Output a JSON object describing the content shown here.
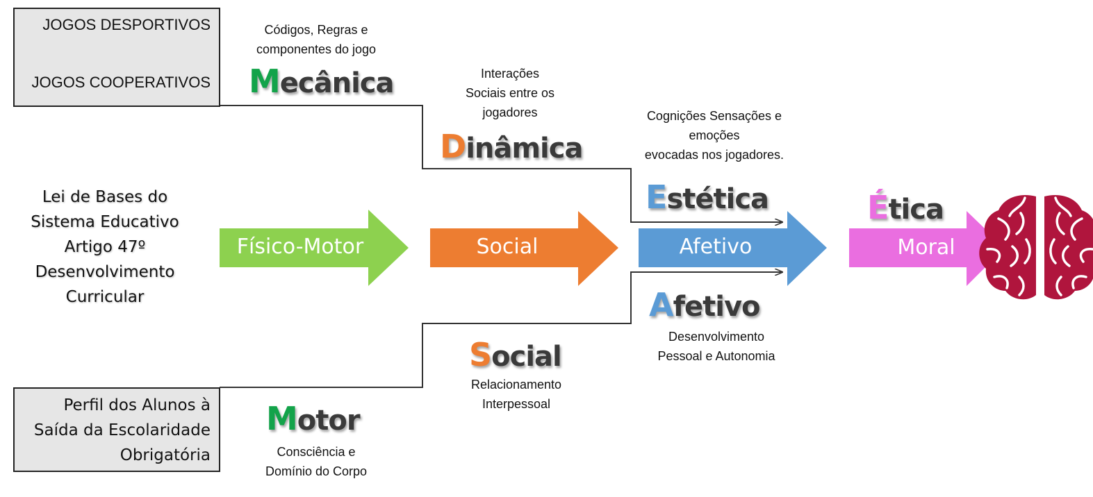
{
  "colors": {
    "green": "#8dd14f",
    "orange": "#ed7d31",
    "blue": "#5b9bd5",
    "pink": "#ea6ee0",
    "box_fill": "#e6e6e6",
    "brain": "#b0153d",
    "mec_green": "#13a34a",
    "dark_text": "#3a3a3a"
  },
  "top_box": {
    "line1": "JOGOS DESPORTIVOS",
    "line2": "JOGOS COOPERATIVOS"
  },
  "mecanica": {
    "desc_line1": "Códigos, Regras e",
    "desc_line2": "componentes do jogo",
    "initial": "M",
    "rest": "ecânica"
  },
  "dinamica": {
    "desc_line1": "Interações",
    "desc_line2": "Sociais entre os",
    "desc_line3": "jogadores",
    "initial": "D",
    "rest": "inâmica"
  },
  "estetica": {
    "desc_line1": "Cognições Sensações e",
    "desc_line2": "emoções",
    "desc_line3": "evocadas nos jogadores.",
    "initial": "E",
    "rest": "stética"
  },
  "etica": {
    "initial": "É",
    "rest": "tica"
  },
  "lei": {
    "line1": "Lei de Bases do",
    "line2": "Sistema Educativo",
    "line3": "Artigo 47º",
    "line4": "Desenvolvimento",
    "line5": "Curricular"
  },
  "arrows": {
    "fisico_motor": "Físico-Motor",
    "social": "Social",
    "afetivo": "Afetivo",
    "moral": "Moral"
  },
  "afetivo": {
    "initial": "A",
    "rest": "fetivo",
    "desc_line1": "Desenvolvimento",
    "desc_line2": "Pessoal e Autonomia"
  },
  "social": {
    "initial": "S",
    "rest": "ocial",
    "desc_line1": "Relacionamento",
    "desc_line2": "Interpessoal"
  },
  "motor": {
    "initial": "M",
    "rest": "otor",
    "desc_line1": "Consciência e",
    "desc_line2": "Domínio do Corpo"
  },
  "perfil": {
    "line1": "Perfil dos Alunos à",
    "line2": "Saída da Escolaridade",
    "line3": "Obrigatória"
  }
}
